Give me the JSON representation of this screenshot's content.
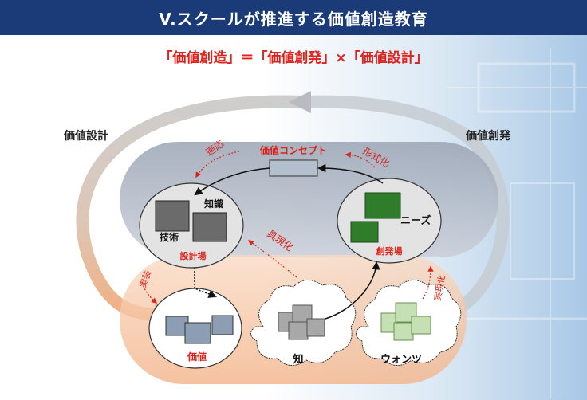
{
  "header": {
    "title": "V.スクールが推進する価値創造教育"
  },
  "subtitle": "「価値創造」＝「価値創発」×「価値設計」",
  "side_labels": {
    "left": "価値設計",
    "right": "価値創発"
  },
  "concept": {
    "label": "価値コンセプト"
  },
  "fields": {
    "design": {
      "title": "設計場",
      "knowledge": "知識",
      "technology": "技術"
    },
    "emergence": {
      "title": "創発場",
      "needs": "ニーズ"
    }
  },
  "clouds": {
    "knowledge": "知",
    "wants": "ウォンツ"
  },
  "value": {
    "label": "価値"
  },
  "arrows": {
    "adapt": "適応",
    "formalize": "形式化",
    "embody": "具現化",
    "implement": "実装",
    "realize": "実現化"
  },
  "colors": {
    "header": "#1a3a78",
    "accent_red": "#e0201b",
    "gray_band": "#b8c0cc",
    "orange_band": "#f5c7a6",
    "green": "#2f7d2a",
    "slate": "#8d9db3",
    "dark_gray": "#6a6a6a"
  }
}
